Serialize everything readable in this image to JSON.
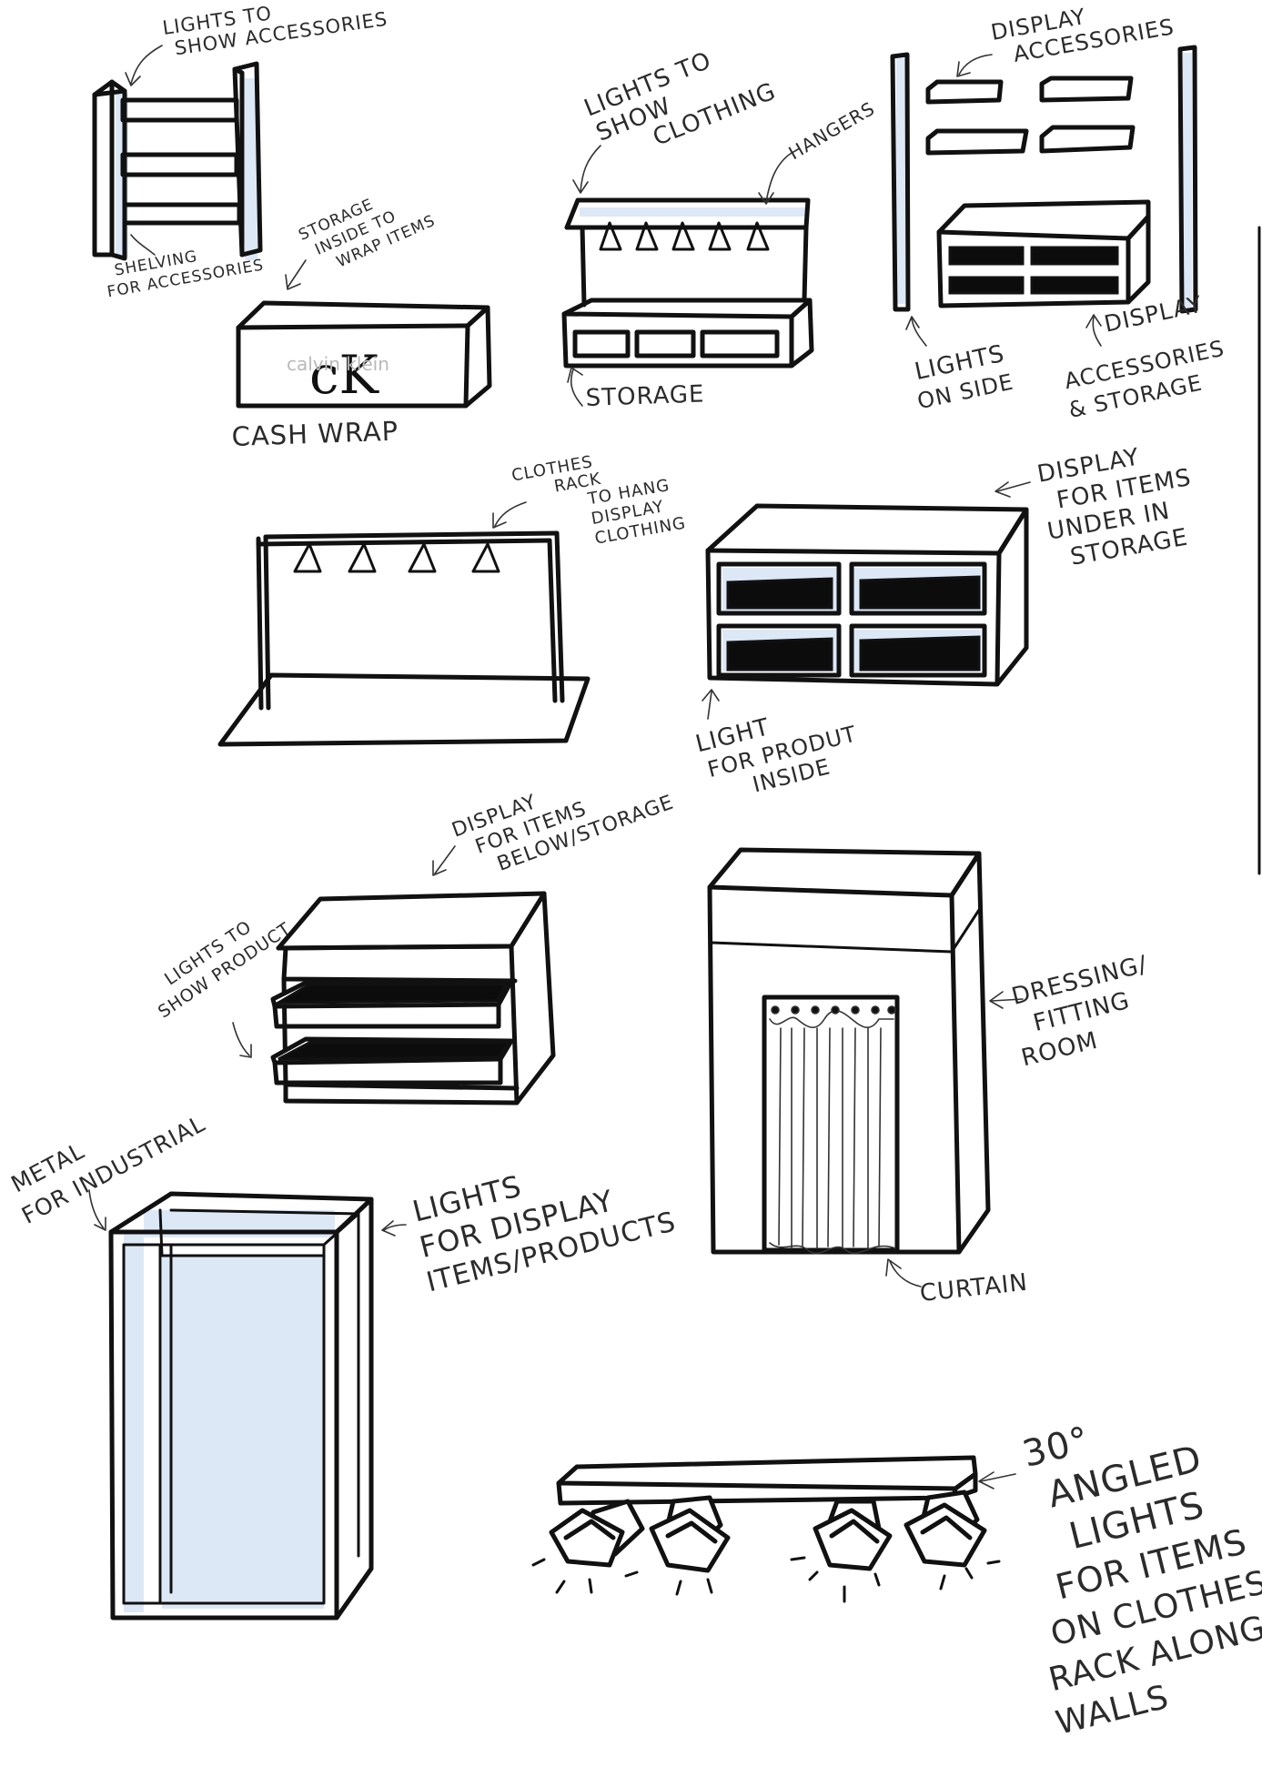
{
  "colors": {
    "ink": "#111111",
    "light_glow": "#dde8f6",
    "annotation": "#2b2b2b",
    "background": "#ffffff"
  },
  "cash_wrap_logo": {
    "monogram": "cK",
    "wordmark": "calvin klein"
  },
  "annotations": {
    "lights_show_accessories": [
      "LIGHTS TO",
      "SHOW ACCESSORIES"
    ],
    "shelving_accessories": [
      "SHELVING",
      "FOR ACCESSORIES"
    ],
    "storage_wrap": [
      "STORAGE",
      "INSIDE TO",
      "WRAP ITEMS"
    ],
    "cash_wrap": "CASH WRAP",
    "lights_show_clothing": [
      "LIGHTS TO",
      "SHOW",
      "CLOTHING"
    ],
    "hangers": "HANGERS",
    "storage": "STORAGE",
    "display_accessories_top": [
      "DISPLAY",
      "ACCESSORIES"
    ],
    "lights_on_side": [
      "LIGHTS",
      "ON SIDE"
    ],
    "display_accessories_storage": [
      "DISPLAY",
      "ACCESSORIES",
      "& STORAGE"
    ],
    "clothes_rack": [
      "CLOTHES",
      "RACK",
      "TO HANG",
      "DISPLAY",
      "CLOTHING"
    ],
    "display_items_under": [
      "DISPLAY",
      "FOR ITEMS",
      "UNDER IN",
      "STORAGE"
    ],
    "light_product_inside": [
      "LIGHT",
      "FOR PRODUT",
      "INSIDE"
    ],
    "display_items_below": [
      "DISPLAY",
      "FOR ITEMS",
      "BELOW/STORAGE"
    ],
    "lights_show_product": [
      "LIGHTS TO",
      "SHOW PRODUCT"
    ],
    "dressing_room": [
      "DRESSING/",
      "FITTING",
      "ROOM"
    ],
    "curtain": "CURTAIN",
    "metal_industrial": [
      "METAL",
      "FOR INDUSTRIAL"
    ],
    "lights_display_products": [
      "LIGHTS",
      "FOR DISPLAY",
      "ITEMS/PRODUCTS"
    ],
    "angled_lights": [
      "30°",
      "ANGLED",
      "LIGHTS",
      "FOR ITEMS",
      "ON CLOTHES",
      "RACK ALONG",
      "WALLS"
    ]
  }
}
